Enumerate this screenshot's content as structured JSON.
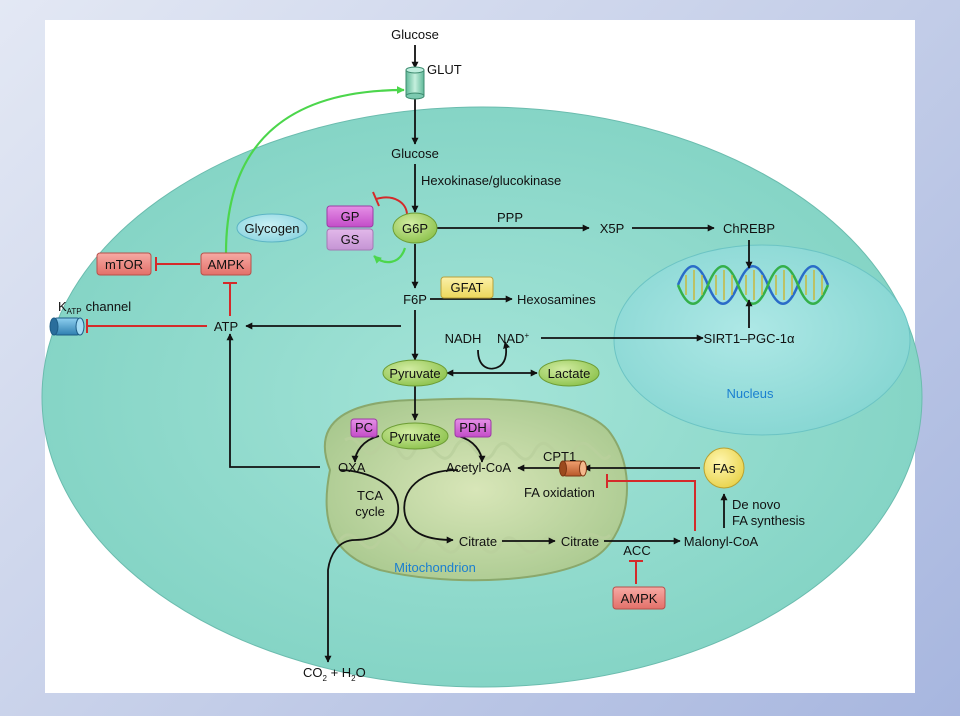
{
  "labels": {
    "glucose_outside": "Glucose",
    "glut": "GLUT",
    "glucose_inside": "Glucose",
    "hexokinase": "Hexokinase/glucokinase",
    "glycogen": "Glycogen",
    "gp": "GP",
    "gs": "GS",
    "g6p": "G6P",
    "ppp": "PPP",
    "x5p": "X5P",
    "chrebp": "ChREBP",
    "mtor": "mTOR",
    "ampk_top": "AMPK",
    "katp_k": "K",
    "katp_sub": "ATP",
    "katp_channel": "channel",
    "atp": "ATP",
    "f6p": "F6P",
    "gfat": "GFAT",
    "hexosamines": "Hexosamines",
    "nadh": "NADH",
    "nad": "NAD",
    "nad_sup": "+",
    "sirt1": "SIRT1–PGC-1α",
    "pyruvate_cyto": "Pyruvate",
    "lactate": "Lactate",
    "nucleus": "Nucleus",
    "pc": "PC",
    "pdh": "PDH",
    "pyruvate_mito": "Pyruvate",
    "oxa": "OXA",
    "acetyl_coa": "Acetyl-CoA",
    "cpt1": "CPT1",
    "fa_oxidation": "FA oxidation",
    "fas": "FAs",
    "tca_line1": "TCA",
    "tca_line2": "cycle",
    "de_novo_line1": "De novo",
    "de_novo_line2": "FA synthesis",
    "citrate_mito": "Citrate",
    "citrate_cyto": "Citrate",
    "acc": "ACC",
    "malonyl_coa": "Malonyl-CoA",
    "mitochondrion": "Mitochondrion",
    "ampk_bottom": "AMPK",
    "co2": "CO",
    "co2_sub": "2",
    "plus_h2o": " + H",
    "h2o_sub": "2",
    "o_end": "O"
  },
  "colors": {
    "cell_fill": "#8ed9cc",
    "activation_green": "#4cd64c",
    "inhibition_red": "#d42a2a",
    "node_green": "#a6d267",
    "enzyme_magenta": "#d562d8",
    "ampk_pink": "#ee8680",
    "gfat_yellow": "#f3e37c",
    "label_blue": "#1a7fd0"
  }
}
